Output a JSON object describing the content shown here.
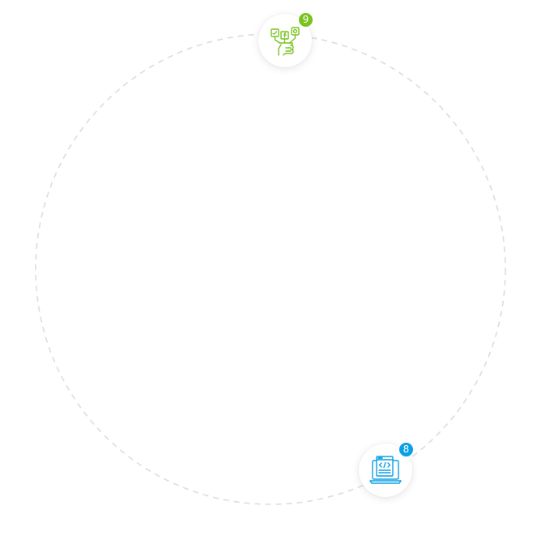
{
  "nodes": [
    {
      "icon": "social-media-hand-icon",
      "badge": "9",
      "color": "#7ac21e"
    },
    {
      "icon": "laptop-code-icon",
      "badge": "8",
      "color": "#0aa0e4"
    }
  ],
  "ring": {
    "stroke_color": "#dddddd",
    "style": "dashed"
  }
}
